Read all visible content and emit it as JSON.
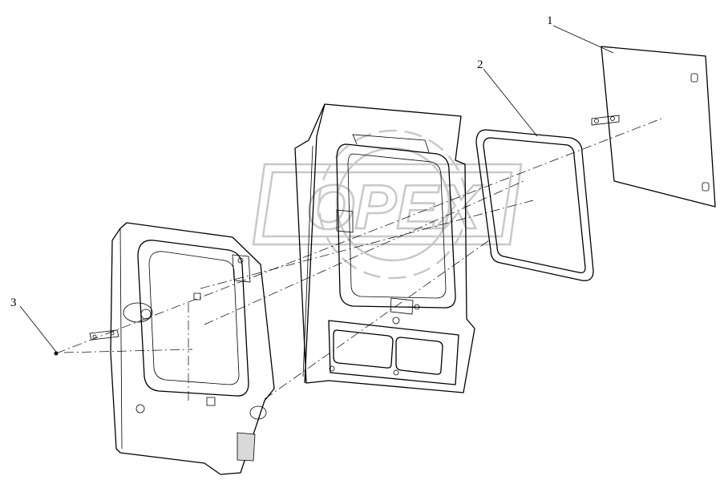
{
  "watermark": {
    "brand": "OPEX",
    "color": "#c8c8c8"
  },
  "callouts": [
    {
      "id": "1",
      "label": "1"
    },
    {
      "id": "2",
      "label": "2"
    },
    {
      "id": "3",
      "label": "3"
    }
  ],
  "colors": {
    "line": "#000000",
    "background": "#ffffff",
    "watermark": "#c8c8c8"
  }
}
